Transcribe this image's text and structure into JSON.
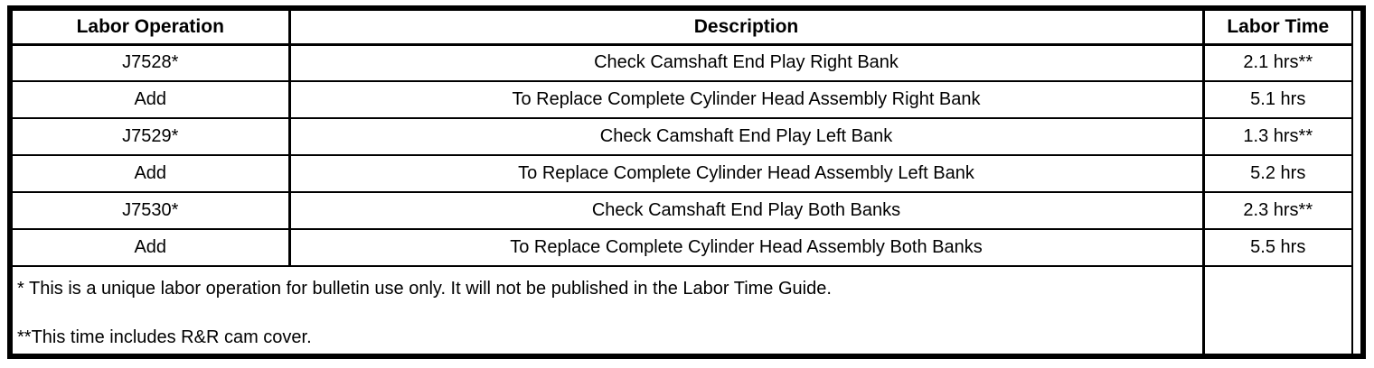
{
  "colors": {
    "border": "#000000",
    "text": "#000000",
    "background": "#ffffff"
  },
  "table": {
    "columns": [
      {
        "label": "Labor Operation"
      },
      {
        "label": "Description"
      },
      {
        "label": "Labor Time"
      }
    ],
    "rows": [
      {
        "op": "J7528*",
        "desc": "Check Camshaft End Play Right Bank",
        "time": "2.1 hrs**"
      },
      {
        "op": "Add",
        "desc": "To Replace Complete Cylinder Head Assembly Right Bank",
        "time": "5.1 hrs"
      },
      {
        "op": "J7529*",
        "desc": "Check Camshaft End Play Left Bank",
        "time": "1.3 hrs**"
      },
      {
        "op": "Add",
        "desc": "To Replace Complete Cylinder Head Assembly Left Bank",
        "time": "5.2 hrs"
      },
      {
        "op": "J7530*",
        "desc": "Check Camshaft End Play Both Banks",
        "time": "2.3 hrs**"
      },
      {
        "op": "Add",
        "desc": "To Replace Complete Cylinder Head Assembly Both Banks",
        "time": "5.5 hrs"
      }
    ],
    "footnotes": {
      "line1": "* This is a unique labor operation for bulletin use only. It will not be published in the Labor Time Guide.",
      "line2": "**This time includes R&R cam cover."
    }
  }
}
